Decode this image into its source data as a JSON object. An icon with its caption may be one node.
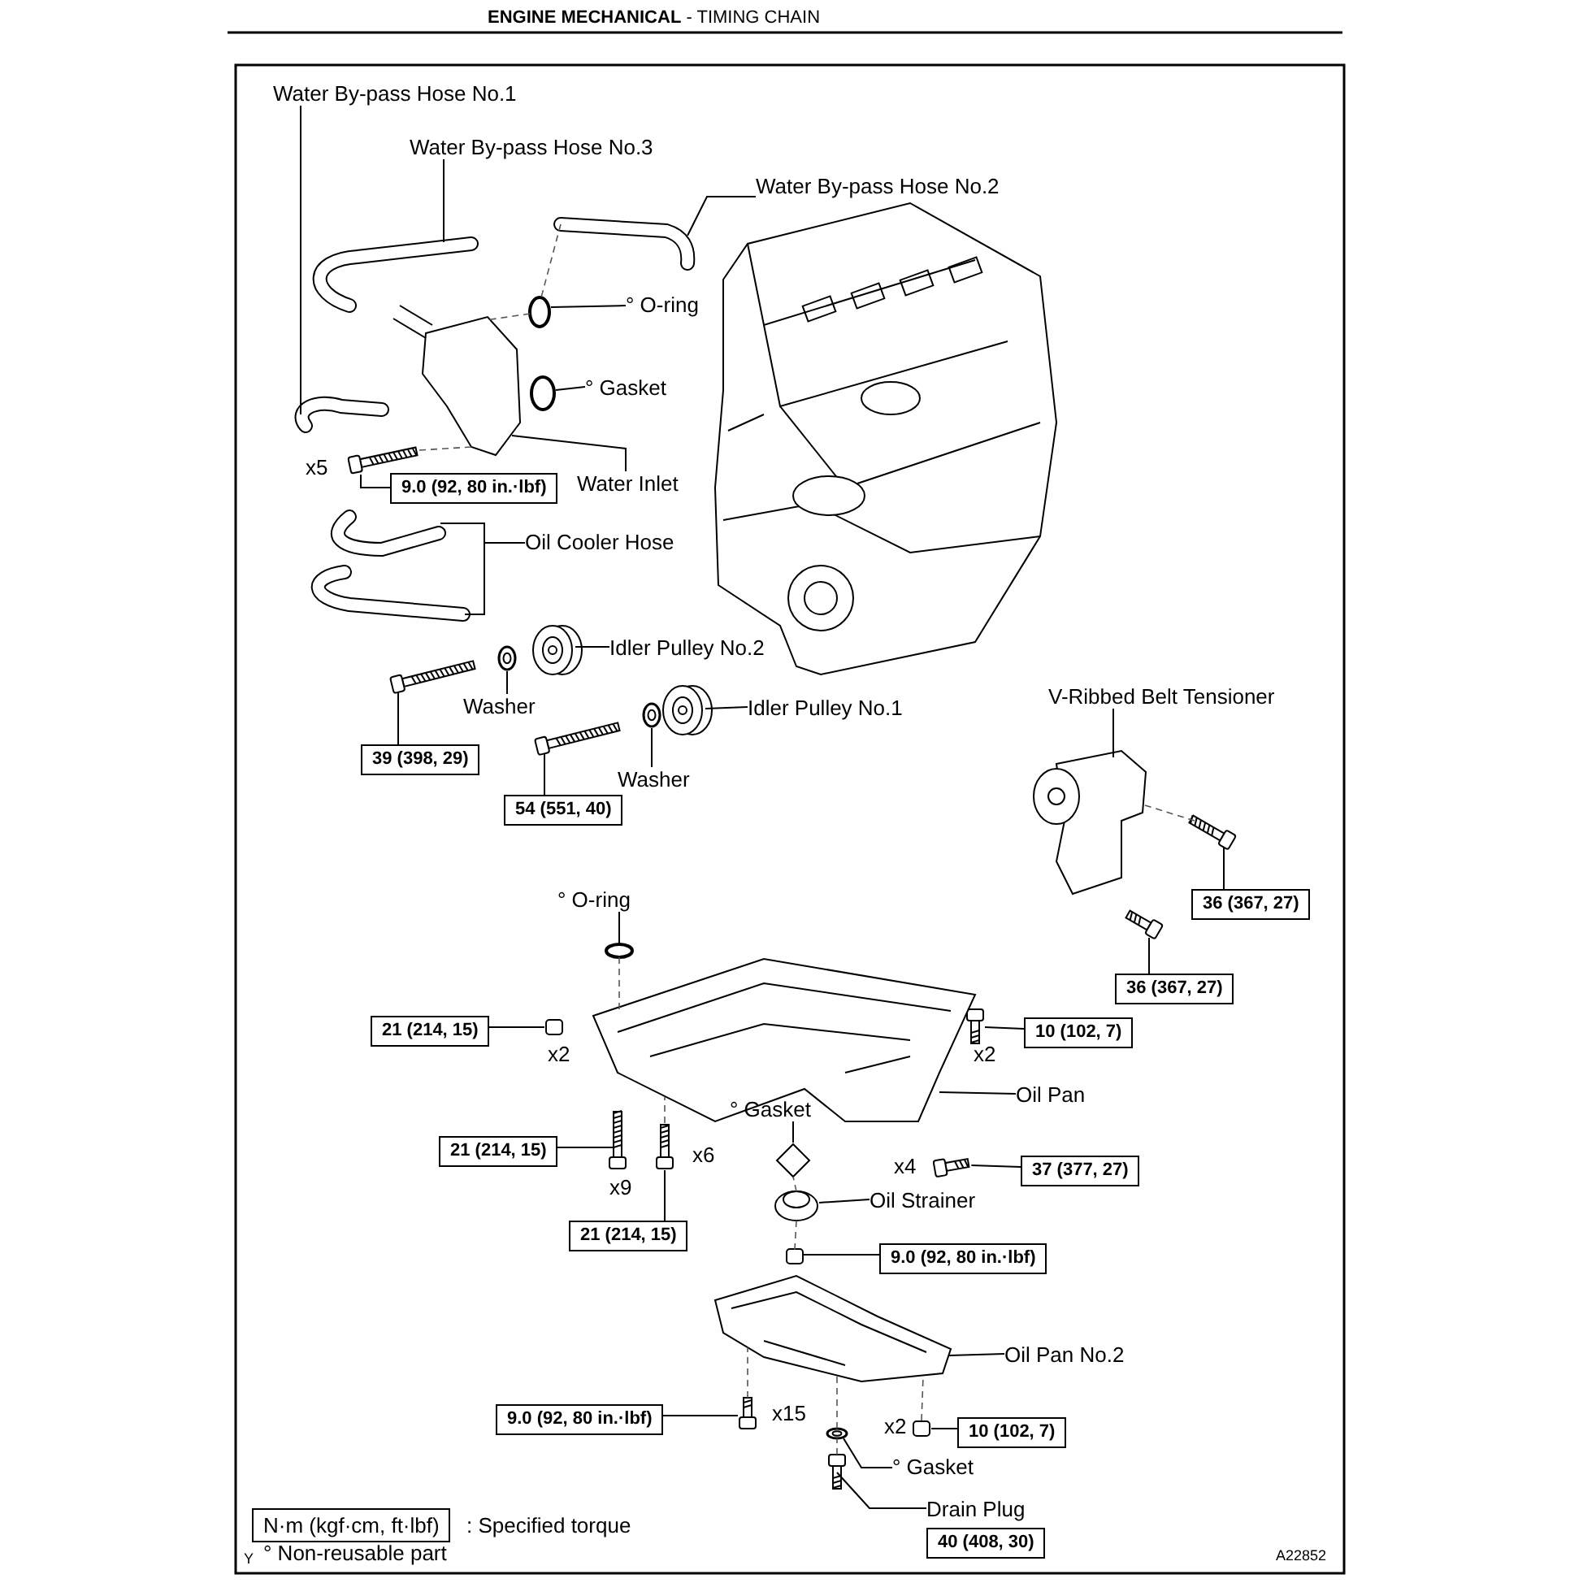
{
  "diagram": {
    "title": "**ENGINE MECHANICAL** - TIMING CHAIN",
    "nodes": [
      {
        "text": [
          "Water By-pass Hose No.1"
        ]
      },
      {
        "text": [
          "Water By-pass Hose No.3"
        ]
      },
      {
        "text": [
          "Water By-pass Hose No.2"
        ]
      },
      {
        "text": [
          "° O-ring"
        ]
      },
      {
        "text": [
          "° Gasket"
        ]
      },
      {
        "text": [
          "Water Inlet"
        ]
      },
      {
        "text": [
          "9.0 (92, 80 in.·lbf)"
        ]
      },
      {
        "text": [
          "Oil Cooler Hose"
        ]
      },
      {
        "text": [
          "Idler Pulley No.2"
        ]
      },
      {
        "text": [
          "Washer"
        ]
      },
      {
        "text": [
          "39 (398, 29)"
        ]
      },
      {
        "text": [
          "Idler Pulley No.1"
        ]
      },
      {
        "text": [
          "Washer"
        ]
      },
      {
        "text": [
          "54 (551, 40)"
        ]
      },
      {
        "text": [
          "V-Ribbed  Belt Tensioner"
        ]
      },
      {
        "text": [
          "36 (367, 27)"
        ]
      },
      {
        "text": [
          "36 (367, 27)"
        ]
      },
      {
        "text": [
          "° O-ring"
        ]
      },
      {
        "text": [
          "21 (214, 15)"
        ]
      },
      {
        "text": [
          "10 (102, 7)"
        ]
      },
      {
        "text": [
          "Oil Pan"
        ]
      },
      {
        "text": [
          "° Gasket"
        ]
      },
      {
        "text": [
          "21 (214, 15)"
        ]
      },
      {
        "text": [
          "37 (377, 27)"
        ]
      },
      {
        "text": [
          "Oil Strainer"
        ]
      },
      {
        "text": [
          "21 (214, 15)"
        ]
      },
      {
        "text": [
          "9.0 (92, 80 in.·lbf)"
        ]
      },
      {
        "text": [
          "Oil Pan No.2"
        ]
      },
      {
        "text": [
          "9.0 (92, 80 in.·lbf)"
        ]
      },
      {
        "text": [
          "10 (102, 7)"
        ]
      },
      {
        "text": [
          "° Gasket"
        ]
      },
      {
        "text": [
          "Drain Plug"
        ]
      },
      {
        "text": [
          "40 (408, 30)"
        ]
      },
      {
        "text": [],
        "shape": "picture"
      },
      {
        "text": [],
        "shape": "picture"
      },
      {
        "text": [],
        "shape": "picture"
      },
      {
        "text": [],
        "shape": "circle"
      },
      {
        "text": [],
        "shape": "circle"
      },
      {
        "text": [],
        "shape": "picture"
      },
      {
        "text": [],
        "shape": "picture"
      },
      {
        "text": [],
        "shape": "picture"
      },
      {
        "text": [],
        "shape": "picture"
      },
      {
        "text": [],
        "shape": "picture"
      },
      {
        "text": [],
        "shape": "picture"
      },
      {
        "text": [],
        "shape": "picture"
      },
      {
        "text": [],
        "shape": "picture"
      },
      {
        "text": [],
        "shape": "picture"
      },
      {
        "text": [],
        "shape": "picture"
      },
      {
        "text": [],
        "shape": "picture"
      },
      {
        "text": [],
        "shape": "picture"
      },
      {
        "text": [],
        "shape": "picture"
      },
      {
        "text": [],
        "shape": "circle"
      },
      {
        "text": [],
        "shape": "box"
      },
      {
        "text": [],
        "shape": "picture"
      },
      {
        "text": [],
        "shape": "picture"
      },
      {
        "text": [],
        "shape": "diamond"
      },
      {
        "text": [],
        "shape": "picture"
      },
      {
        "text": [],
        "shape": "picture"
      },
      {
        "text": [],
        "shape": "picture"
      },
      {
        "text": [],
        "shape": "picture"
      },
      {
        "text": [],
        "shape": "box"
      },
      {
        "text": [],
        "shape": "picture"
      },
      {
        "text": [],
        "shape": "picture"
      },
      {
        "text": [],
        "shape": "box"
      },
      {
        "text": [],
        "shape": "picture"
      },
      {
        "text": [],
        "shape": "picture"
      }
    ],
    "edges": [
      {
        "from": 0,
        "to": 33,
        "arrow": "none"
      },
      {
        "from": 1,
        "to": 34,
        "arrow": "none"
      },
      {
        "from": 2,
        "to": 35,
        "arrow": "none"
      },
      {
        "from": 3,
        "to": 36,
        "arrow": "none"
      },
      {
        "from": 4,
        "to": 37,
        "arrow": "none"
      },
      {
        "from": 5,
        "to": 38,
        "arrow": "none"
      },
      {
        "from": 6,
        "to": 39,
        "arrow": "none"
      },
      {
        "from": 7,
        "to": 40,
        "arrow": "none"
      },
      {
        "from": 7,
        "to": 41,
        "arrow": "none"
      },
      {
        "from": 8,
        "to": 42,
        "arrow": "none"
      },
      {
        "from": 9,
        "to": 43,
        "arrow": "none"
      },
      {
        "from": 10,
        "to": 44,
        "arrow": "none"
      },
      {
        "from": 11,
        "to": 45,
        "arrow": "none"
      },
      {
        "from": 12,
        "to": 46,
        "arrow": "none"
      },
      {
        "from": 13,
        "to": 47,
        "arrow": "none"
      },
      {
        "from": 14,
        "to": 48,
        "arrow": "none"
      },
      {
        "from": 15,
        "to": 49,
        "arrow": "none"
      },
      {
        "from": 16,
        "to": 50,
        "arrow": "none"
      },
      {
        "from": 17,
        "to": 51,
        "arrow": "none"
      },
      {
        "from": 18,
        "to": 52,
        "arrow": "none"
      },
      {
        "from": 19,
        "to": 53,
        "arrow": "none"
      },
      {
        "from": 20,
        "to": 54,
        "arrow": "none"
      },
      {
        "from": 21,
        "to": 55,
        "arrow": "none"
      },
      {
        "from": 22,
        "to": 56,
        "arrow": "none"
      },
      {
        "from": 23,
        "to": 57,
        "arrow": "none"
      },
      {
        "from": 24,
        "to": 58,
        "arrow": "none"
      },
      {
        "from": 25,
        "to": 59,
        "arrow": "none"
      },
      {
        "from": 26,
        "to": 60,
        "arrow": "none"
      },
      {
        "from": 27,
        "to": 61,
        "arrow": "none"
      },
      {
        "from": 28,
        "to": 62,
        "arrow": "none"
      },
      {
        "from": 29,
        "to": 63,
        "arrow": "none"
      },
      {
        "from": 30,
        "to": 64,
        "arrow": "none"
      },
      {
        "from": 31,
        "to": 65,
        "arrow": "none"
      },
      {
        "from": 35,
        "to": 36,
        "arrow": "none",
        "style": "dashed"
      },
      {
        "from": 36,
        "to": 38,
        "arrow": "none",
        "style": "dashed"
      },
      {
        "from": 39,
        "to": 38,
        "arrow": "none",
        "style": "dashed"
      },
      {
        "from": 49,
        "to": 48,
        "arrow": "none",
        "style": "dashed"
      },
      {
        "from": 51,
        "to": 54,
        "arrow": "none",
        "style": "dashed"
      },
      {
        "from": 59,
        "to": 54,
        "arrow": "none",
        "style": "dashed"
      },
      {
        "from": 58,
        "to": 55,
        "arrow": "none",
        "style": "dashed"
      },
      {
        "from": 60,
        "to": 58,
        "arrow": "none",
        "style": "dashed"
      },
      {
        "from": 62,
        "to": 61,
        "arrow": "none",
        "style": "dashed"
      },
      {
        "from": 64,
        "to": 61,
        "arrow": "none",
        "style": "dashed"
      },
      {
        "from": 63,
        "to": 61,
        "arrow": "none",
        "style": "dashed"
      },
      {
        "from": 65,
        "to": 64,
        "arrow": "none",
        "style": "dashed"
      }
    ],
    "labels": [
      "x5",
      "x2",
      "x2",
      "x9",
      "x6",
      "x4",
      "x15",
      "x2",
      "N·m (kgf·cm, ft·lbf)",
      "Y",
      "A22852"
    ],
    "legend": [
      {
        "text": ": Specified torque"
      },
      {
        "text": "° Non-reusable part"
      }
    ]
  }
}
